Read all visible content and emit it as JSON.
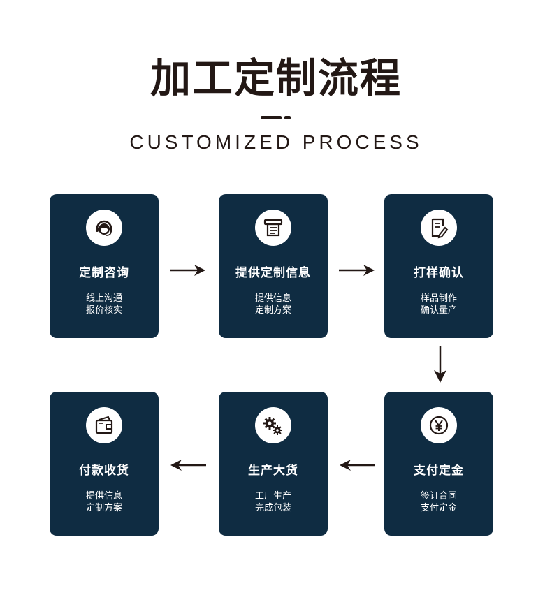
{
  "header": {
    "title": "加工定制流程",
    "subtitle": "CUSTOMIZED PROCESS"
  },
  "colors": {
    "card_bg": "#0f2c42",
    "text_dark": "#231815",
    "icon_bg": "#ffffff"
  },
  "steps": [
    {
      "title": "定制咨询",
      "line1": "线上沟通",
      "line2": "报价核实",
      "icon": "customer-service-icon"
    },
    {
      "title": "提供定制信息",
      "line1": "提供信息",
      "line2": "定制方案",
      "icon": "printer-icon"
    },
    {
      "title": "打样确认",
      "line1": "样品制作",
      "line2": "确认量产",
      "icon": "document-edit-icon"
    },
    {
      "title": "支付定金",
      "line1": "签订合同",
      "line2": "支付定金",
      "icon": "yen-coin-icon"
    },
    {
      "title": "生产大货",
      "line1": "工厂生产",
      "line2": "完成包装",
      "icon": "gears-icon"
    },
    {
      "title": "付款收货",
      "line1": "提供信息",
      "line2": "定制方案",
      "icon": "wallet-icon"
    }
  ]
}
